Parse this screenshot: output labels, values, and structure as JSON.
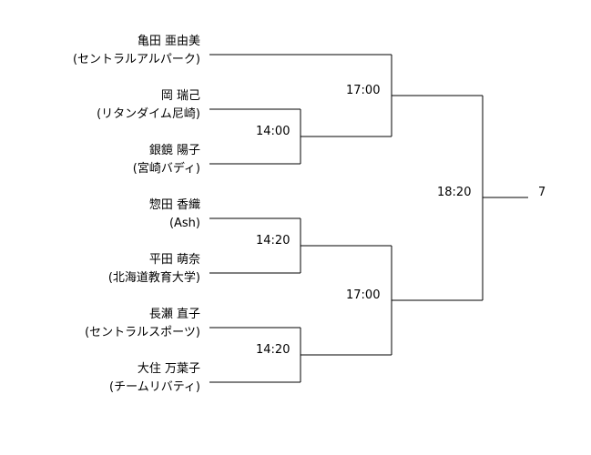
{
  "players": [
    {
      "name": "亀田 亜由美",
      "team": "(セントラルアルパーク)"
    },
    {
      "name": "岡 瑞己",
      "team": "(リタンダイム尼崎)"
    },
    {
      "name": "銀鏡 陽子",
      "team": "(宮崎バディ)"
    },
    {
      "name": "惣田 香織",
      "team": "(Ash)"
    },
    {
      "name": "平田 萌奈",
      "team": "(北海道教育大学)"
    },
    {
      "name": "長瀬 直子",
      "team": "(セントラルスポーツ)"
    },
    {
      "name": "大住 万葉子",
      "team": "(チームリバティ)"
    }
  ],
  "match_times": {
    "r1_a": "14:00",
    "r1_b": "14:20",
    "r1_c": "14:20",
    "sf_top": "17:00",
    "sf_bottom": "17:00",
    "final": "18:20"
  },
  "final_result": "7"
}
